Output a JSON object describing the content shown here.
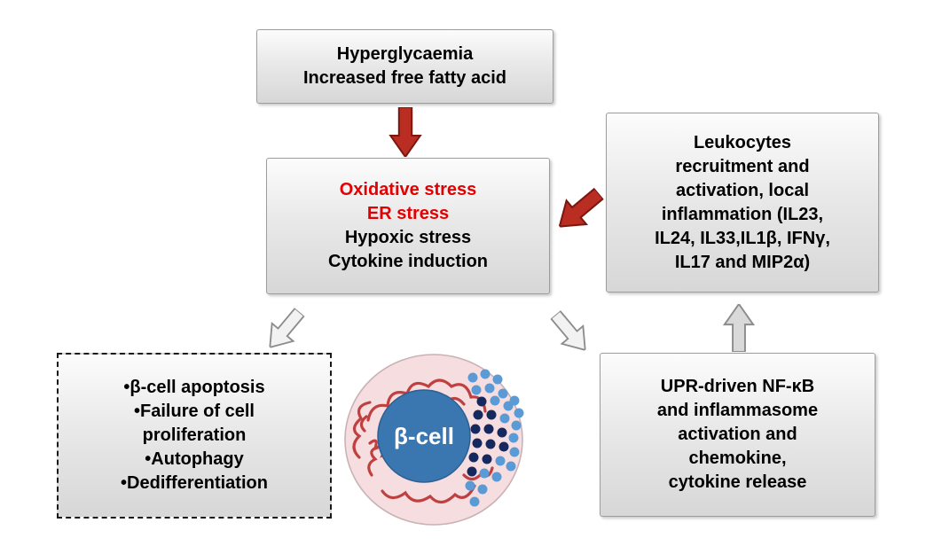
{
  "figure": {
    "boxes": {
      "trigger": {
        "text": "Hyperglycaemia\nIncreased free fatty acid"
      },
      "stress": {
        "red_text": "Oxidative stress\nER stress",
        "black_text": "Hypoxic stress\nCytokine induction"
      },
      "leukocytes": {
        "text": "Leukocytes\nrecruitment and\nactivation, local\ninflammation (IL23,\nIL24, IL33,IL1β, IFNγ,\nIL17 and MIP2α)"
      },
      "outcomes": {
        "lines": [
          "•β-cell apoptosis",
          "•Failure of cell\nproliferation",
          "•Autophagy",
          "•Dedifferentiation"
        ]
      },
      "upr": {
        "text": "UPR-driven NF-κB\nand inflammasome\nactivation and\nchemokine,\ncytokine release"
      }
    },
    "cell": {
      "label": "β-cell"
    },
    "colors": {
      "red_text": "#e30000",
      "red_arrow_fill": "#b92d22",
      "red_arrow_stroke": "#7c170f",
      "white_arrow_fill": "#f2f2f2",
      "gray_arrow_fill": "#d9d9d9",
      "arrow_stroke": "#8c8c8c",
      "box_border": "#9d9d9d",
      "cell_fill": "#f6dde0",
      "cell_border": "#c9b2b6",
      "er_stroke": "#c04040",
      "nucleus_fill": "#3a76b0",
      "granule_light": "#5b9bd5",
      "granule_dark": "#16295e"
    }
  }
}
